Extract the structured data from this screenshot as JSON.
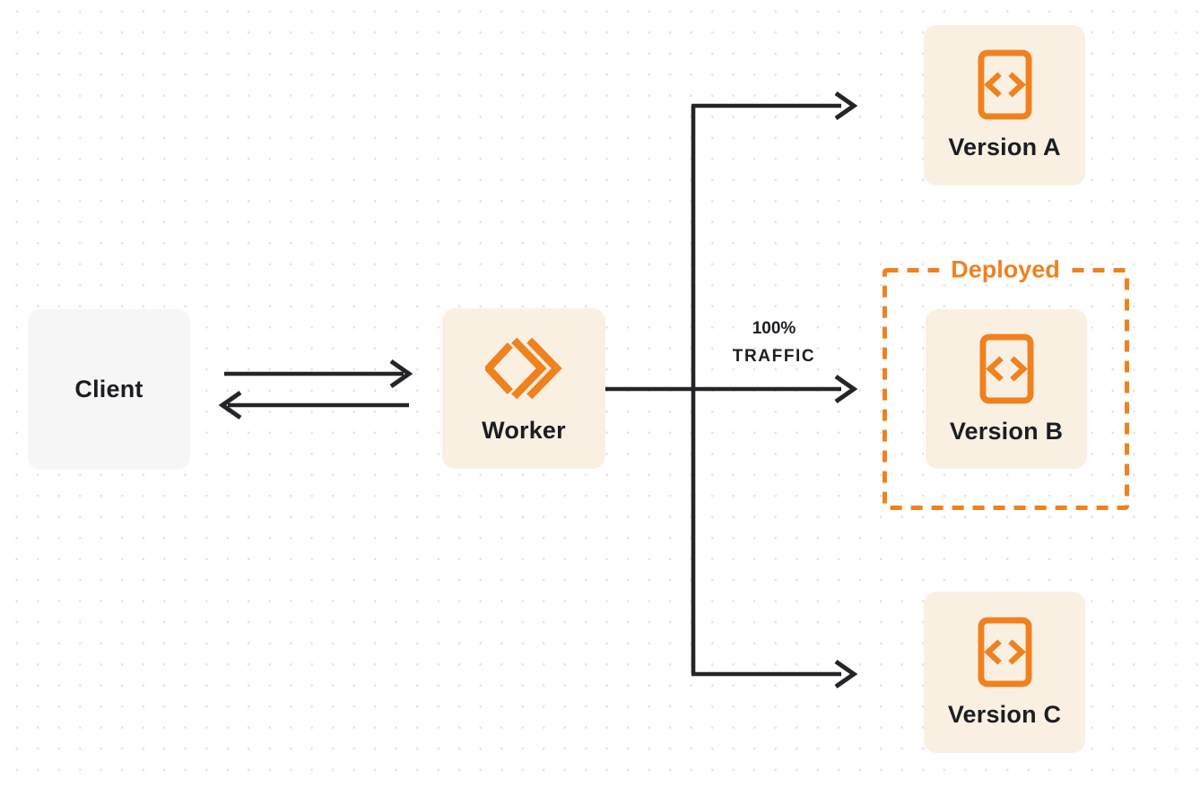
{
  "diagram": {
    "title": "worker-traffic-version-routing",
    "nodes": {
      "client": {
        "label": "Client"
      },
      "worker": {
        "label": "Worker"
      },
      "version_a": {
        "label": "Version A"
      },
      "version_b": {
        "label": "Version B"
      },
      "version_c": {
        "label": "Version C"
      }
    },
    "annotations": {
      "traffic": {
        "line1": "100%",
        "line2": "TRAFFIC"
      },
      "deployed": {
        "label": "Deployed"
      }
    },
    "icons": {
      "worker": "double-chevron-icon",
      "version": "code-file-icon"
    },
    "colors": {
      "orange": "#F0811F",
      "cream": "#FAF0E2",
      "gray": "#F6F6F7",
      "line": "#232528",
      "text": "#1B1D21",
      "bg": "#FFFFFF",
      "dot": "#E3E3E6"
    }
  }
}
